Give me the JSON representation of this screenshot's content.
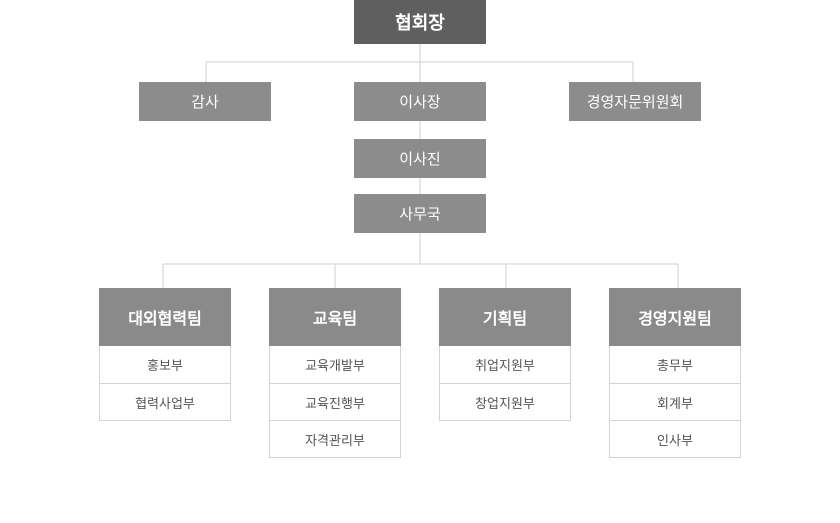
{
  "chairman": "협회장",
  "level2": {
    "audit": "감사",
    "director": "이사장",
    "advisory": "경영자문위원회"
  },
  "board": "이사진",
  "secretariat": "사무국",
  "teams": [
    {
      "name": "대외협력팀",
      "subs": [
        "홍보부",
        "협력사업부"
      ]
    },
    {
      "name": "교육팀",
      "subs": [
        "교육개발부",
        "교육진행부",
        "자격관리부"
      ]
    },
    {
      "name": "기획팀",
      "subs": [
        "취업지원부",
        "창업지원부"
      ]
    },
    {
      "name": "경영지원팀",
      "subs": [
        "총무부",
        "회계부",
        "인사부"
      ]
    }
  ]
}
